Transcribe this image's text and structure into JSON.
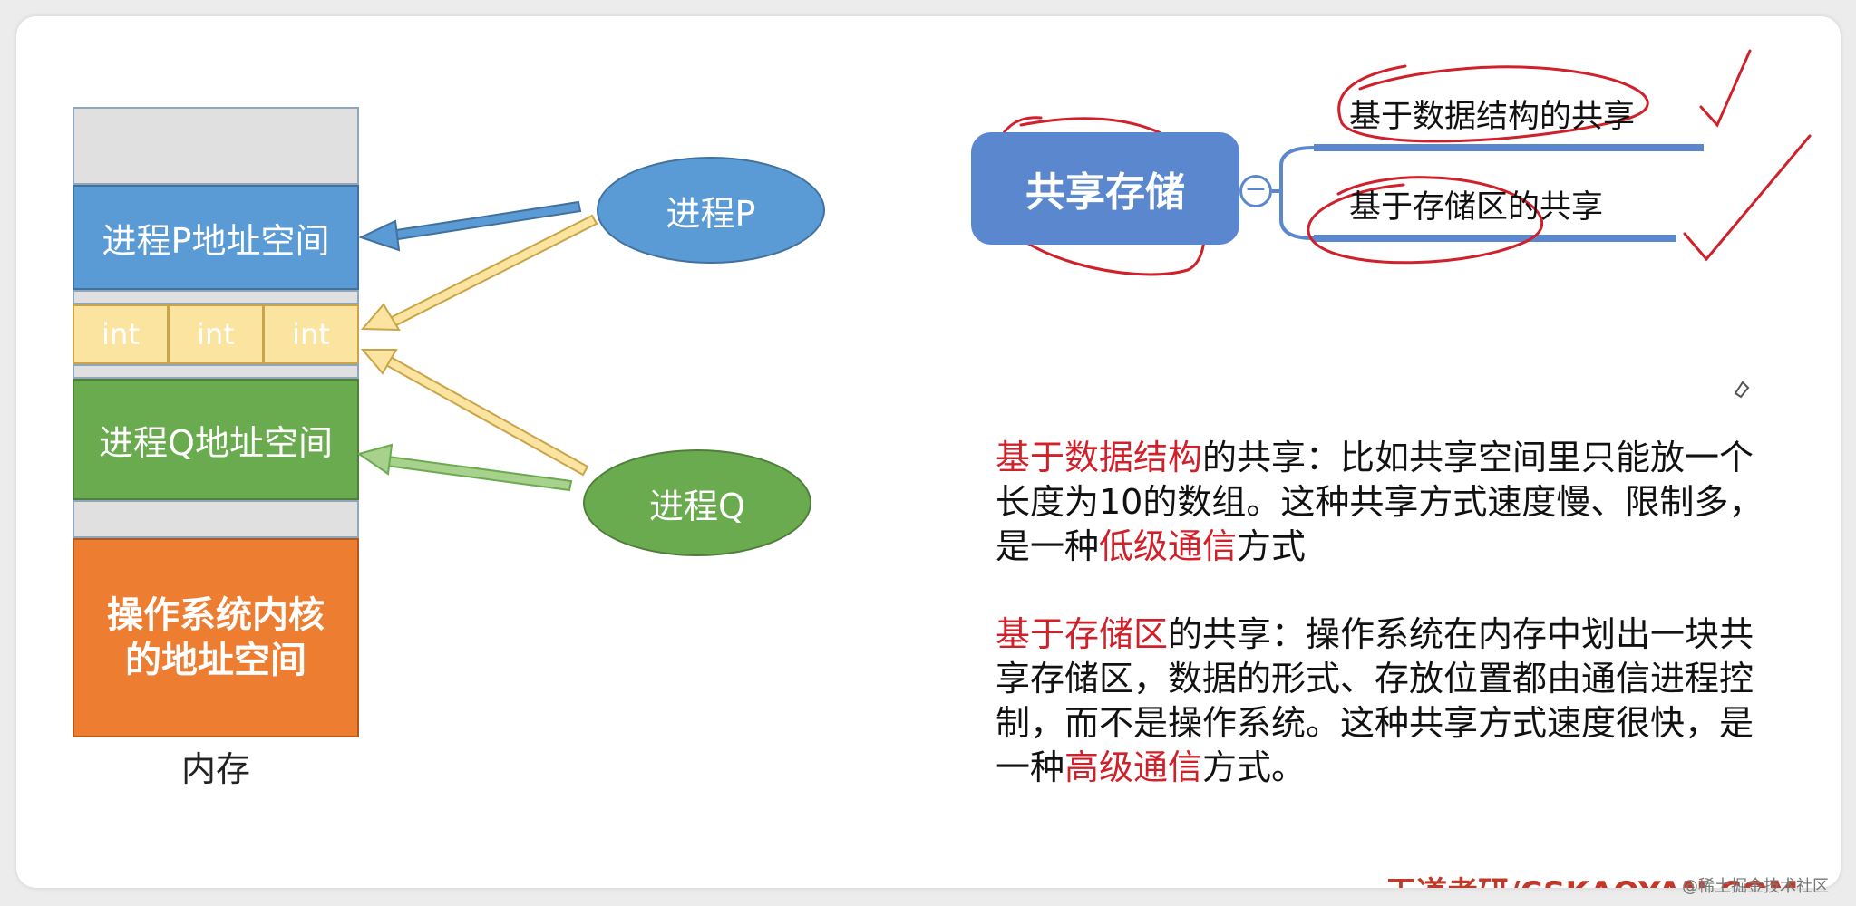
{
  "memory": {
    "label": "内存",
    "process_p_space": "进程P地址空间",
    "process_q_space": "进程Q地址空间",
    "kernel_space_line1": "操作系统内核",
    "kernel_space_line2": "的地址空间",
    "int_cells": [
      "int",
      "int",
      "int"
    ]
  },
  "processes": {
    "p": "进程P",
    "q": "进程Q"
  },
  "mindmap": {
    "root": "共享存储",
    "branches": [
      "基于数据结构的共享",
      "基于存储区的共享"
    ]
  },
  "paragraph1": {
    "highlight": "基于数据结构",
    "text_a": "的共享：比如共享空间里只能放一个长度为10的数组。这种共享方式速度慢、限制多，是一种",
    "highlight2": "低级通信",
    "text_b": "方式"
  },
  "paragraph2": {
    "highlight": "基于存储区",
    "text_a": "的共享：操作系统在内存中划出一块共享存储区，数据的形式、存放位置都由通信进程控制，而不是操作系统。这种共享方式速度很快，是一种",
    "highlight2": "高级通信",
    "text_b": "方式。"
  },
  "footer": {
    "brand": "王道考研/CSKAOYAN.COM",
    "watermark": "@稀土掘金技术社区"
  },
  "colors": {
    "blue": "#5b9bd5",
    "green": "#6aab4f",
    "orange": "#ed7d31",
    "yellow": "#fbe3a0",
    "annotation_red": "#d0202a"
  }
}
